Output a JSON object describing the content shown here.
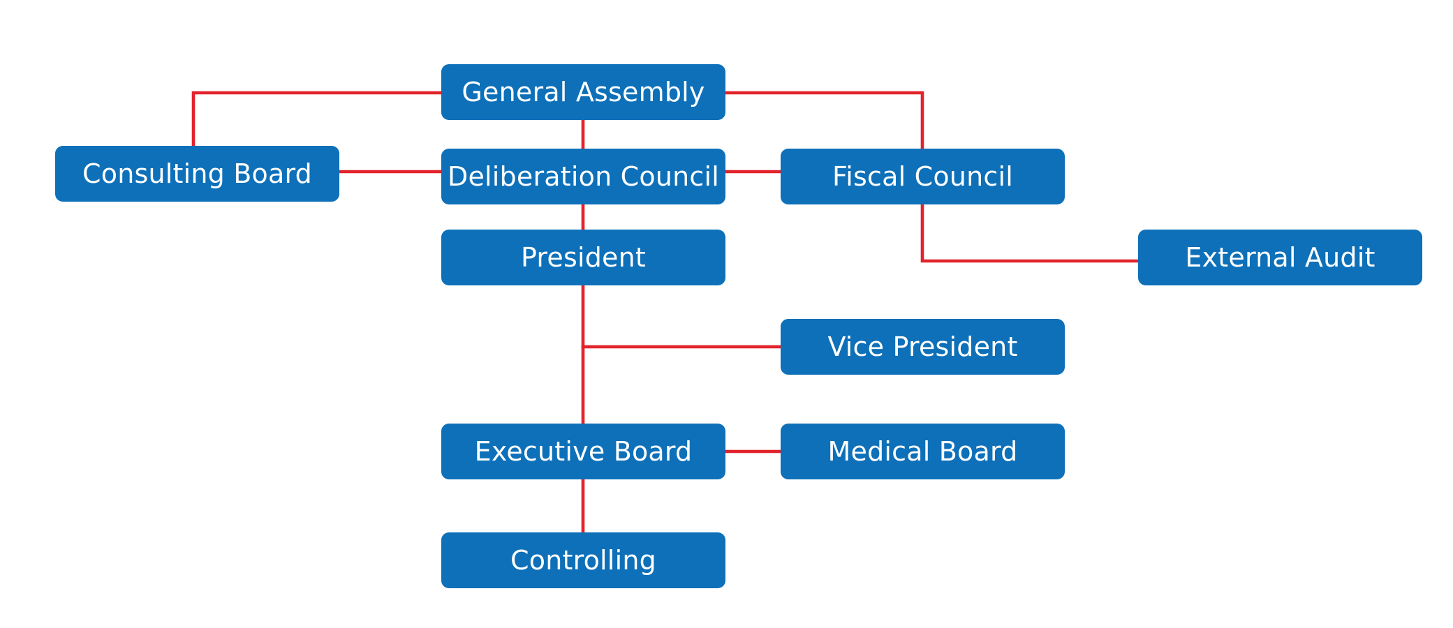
{
  "org_chart": {
    "colors": {
      "box_fill": "#0d70b9",
      "box_text": "#ffffff",
      "connector": "#e2232b",
      "background": "#ffffff"
    },
    "nodes": {
      "general_assembly": "General Assembly",
      "consulting_board": "Consulting Board",
      "deliberation_council": "Deliberation Council",
      "fiscal_council": "Fiscal Council",
      "president": "President",
      "external_audit": "External Audit",
      "vice_president": "Vice President",
      "executive_board": "Executive Board",
      "medical_board": "Medical Board",
      "controlling": "Controlling"
    },
    "links": [
      [
        "general_assembly",
        "consulting_board"
      ],
      [
        "general_assembly",
        "deliberation_council"
      ],
      [
        "general_assembly",
        "fiscal_council"
      ],
      [
        "deliberation_council",
        "consulting_board"
      ],
      [
        "deliberation_council",
        "fiscal_council"
      ],
      [
        "deliberation_council",
        "president"
      ],
      [
        "fiscal_council",
        "external_audit"
      ],
      [
        "president",
        "vice_president"
      ],
      [
        "president",
        "executive_board"
      ],
      [
        "executive_board",
        "medical_board"
      ],
      [
        "executive_board",
        "controlling"
      ]
    ]
  }
}
